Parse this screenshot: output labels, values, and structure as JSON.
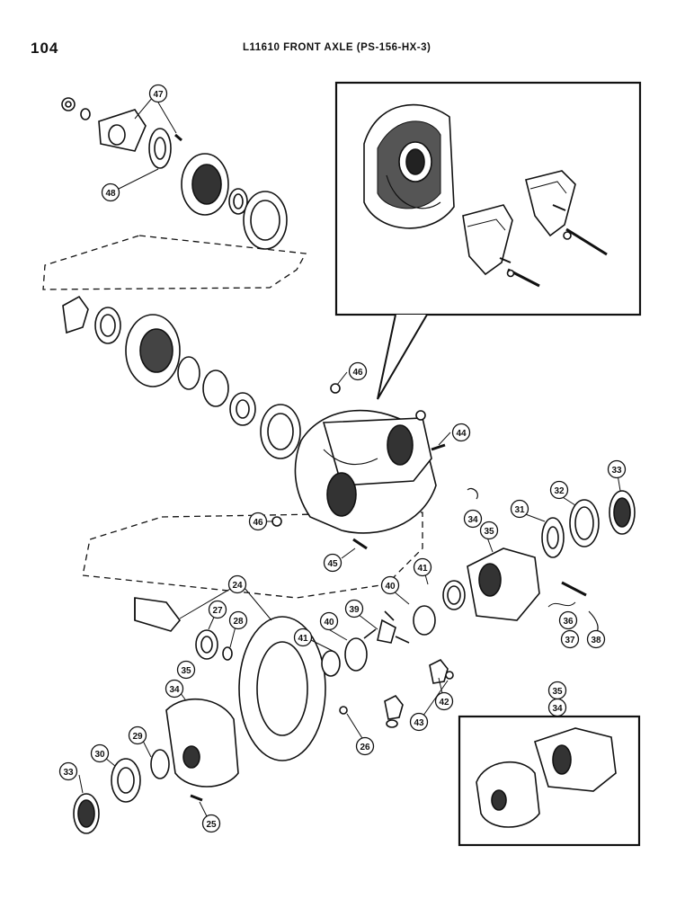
{
  "header": {
    "page_number": "104",
    "title": "L11610 FRONT AXLE (PS-156-HX-3)"
  },
  "callouts": [
    {
      "id": "c47",
      "label": "47"
    },
    {
      "id": "c48",
      "label": "48"
    },
    {
      "id": "c46a",
      "label": "46"
    },
    {
      "id": "c44",
      "label": "44"
    },
    {
      "id": "c46b",
      "label": "46"
    },
    {
      "id": "c45",
      "label": "45"
    },
    {
      "id": "c33a",
      "label": "33"
    },
    {
      "id": "c32",
      "label": "32"
    },
    {
      "id": "c31",
      "label": "31"
    },
    {
      "id": "c34a",
      "label": "34"
    },
    {
      "id": "c35a",
      "label": "35"
    },
    {
      "id": "c41a",
      "label": "41"
    },
    {
      "id": "c40a",
      "label": "40"
    },
    {
      "id": "c24",
      "label": "24"
    },
    {
      "id": "c27",
      "label": "27"
    },
    {
      "id": "c28",
      "label": "28"
    },
    {
      "id": "c39",
      "label": "39"
    },
    {
      "id": "c36",
      "label": "36"
    },
    {
      "id": "c37",
      "label": "37"
    },
    {
      "id": "c38",
      "label": "38"
    },
    {
      "id": "c40b",
      "label": "40"
    },
    {
      "id": "c41b",
      "label": "41"
    },
    {
      "id": "c42",
      "label": "42"
    },
    {
      "id": "c43",
      "label": "43"
    },
    {
      "id": "c35b",
      "label": "35"
    },
    {
      "id": "c34b",
      "label": "34"
    },
    {
      "id": "c26",
      "label": "26"
    },
    {
      "id": "c29",
      "label": "29"
    },
    {
      "id": "c30",
      "label": "30"
    },
    {
      "id": "c33b",
      "label": "33"
    },
    {
      "id": "c25",
      "label": "25"
    },
    {
      "id": "c35c",
      "label": "35"
    },
    {
      "id": "c34c",
      "label": "34"
    }
  ],
  "colors": {
    "ink": "#111111",
    "paper": "#ffffff",
    "shade": "#3a3a3a"
  }
}
